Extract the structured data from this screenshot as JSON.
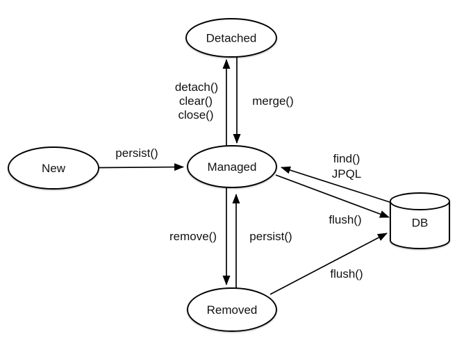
{
  "diagram": {
    "background_color": "#ffffff",
    "stroke_color": "#000000",
    "nodes": {
      "new": {
        "label": "New"
      },
      "detached": {
        "label": "Detached"
      },
      "managed": {
        "label": "Managed"
      },
      "removed": {
        "label": "Removed"
      },
      "db": {
        "label": "DB"
      }
    },
    "edges": {
      "persist_new_to_managed": {
        "label": "persist()"
      },
      "detach_managed_to_detached": {
        "label_line1": "detach()",
        "label_line2": "clear()",
        "label_line3": "close()"
      },
      "merge_detached_to_managed": {
        "label": "merge()"
      },
      "remove_managed_to_removed": {
        "label": "remove()"
      },
      "persist_removed_to_managed": {
        "label": "persist()"
      },
      "find_db_to_managed": {
        "label_line1": "find()",
        "label_line2": "JPQL"
      },
      "flush_managed_to_db": {
        "label": "flush()"
      },
      "flush_removed_to_db": {
        "label": "flush()"
      }
    }
  }
}
